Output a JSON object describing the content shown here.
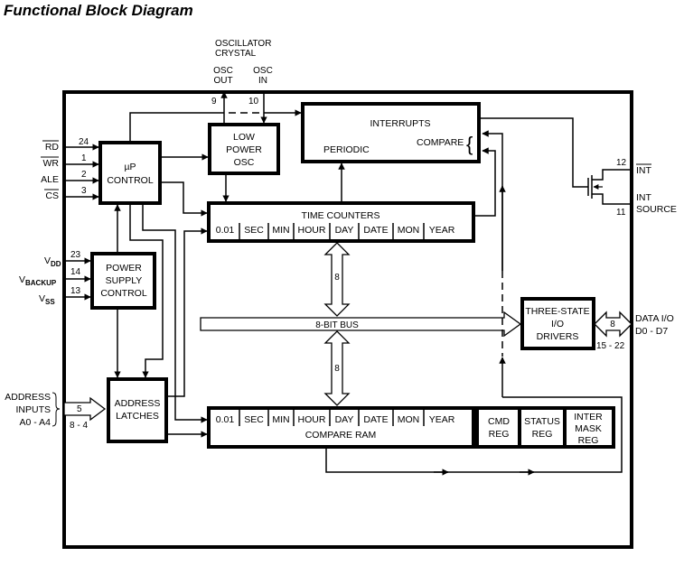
{
  "title": "Functional Block Diagram",
  "colors": {
    "stroke": "#000000",
    "background": "#ffffff"
  },
  "oscillator": {
    "heading": [
      "OSCILLATOR",
      "CRYSTAL"
    ],
    "osc_out": [
      "OSC",
      "OUT"
    ],
    "osc_in": [
      "OSC",
      "IN"
    ],
    "pin_out": "9",
    "pin_in": "10"
  },
  "blocks": {
    "up_control": [
      "µP",
      "CONTROL"
    ],
    "low_power_osc": [
      "LOW",
      "POWER",
      "OSC"
    ],
    "interrupts": {
      "title": "INTERRUPTS",
      "periodic": "PERIODIC",
      "compare": "COMPARE",
      "brace": "{"
    },
    "time_counters": {
      "title": "TIME COUNTERS",
      "cells": [
        "0.01",
        "SEC",
        "MIN",
        "HOUR",
        "DAY",
        "DATE",
        "MON",
        "YEAR"
      ]
    },
    "power_supply_control": [
      "POWER",
      "SUPPLY",
      "CONTROL"
    ],
    "bus": {
      "label": "8-BIT BUS",
      "upper_width": "8",
      "lower_width": "8"
    },
    "three_state_io": [
      "THREE-STATE",
      "I/O",
      "DRIVERS"
    ],
    "address_latches": [
      "ADDRESS",
      "LATCHES"
    ],
    "compare_ram": {
      "title": "COMPARE RAM",
      "cells": [
        "0.01",
        "SEC",
        "MIN",
        "HOUR",
        "DAY",
        "DATE",
        "MON",
        "YEAR"
      ]
    },
    "cmd_reg": [
      "CMD",
      "REG"
    ],
    "status_reg": [
      "STATUS",
      "REG"
    ],
    "inter_mask_reg": [
      "INTER",
      "MASK",
      "REG"
    ]
  },
  "pins_left": [
    {
      "name": "RD",
      "overbar": true,
      "pin": "24"
    },
    {
      "name": "WR",
      "overbar": true,
      "pin": "1"
    },
    {
      "name": "ALE",
      "overbar": false,
      "pin": "2"
    },
    {
      "name": "CS",
      "overbar": true,
      "pin": "3"
    }
  ],
  "power_pins": [
    {
      "name": "V",
      "sub": "DD",
      "pin": "23"
    },
    {
      "name": "V",
      "sub": "BACKUP",
      "pin": "14"
    },
    {
      "name": "V",
      "sub": "SS",
      "pin": "13"
    }
  ],
  "address_inputs": {
    "label": [
      "ADDRESS",
      "INPUTS",
      "A0 - A4"
    ],
    "width": "5",
    "pins": "8 - 4"
  },
  "interrupt_pins": {
    "int": "INT",
    "int_pin": "12",
    "source": [
      "INT",
      "SOURCE"
    ],
    "source_pin": "11"
  },
  "data_io": {
    "label": [
      "DATA I/O",
      "D0 - D7"
    ],
    "width": "8",
    "pins": "15 - 22"
  }
}
